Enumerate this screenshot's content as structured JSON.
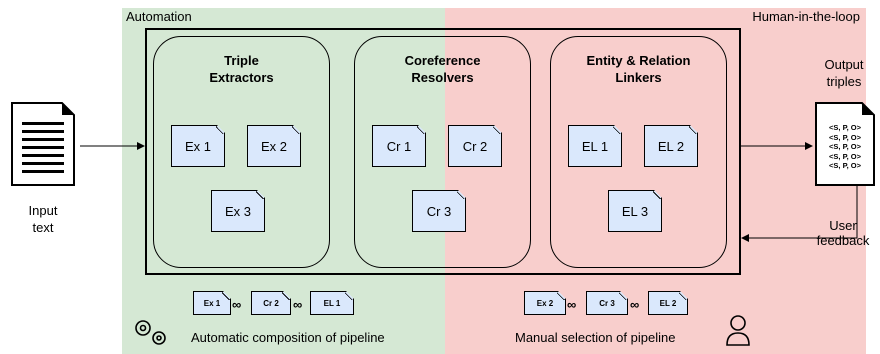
{
  "regions": {
    "automation": "Automation",
    "human": "Human-in-the-loop"
  },
  "input": {
    "label": "Input\ntext"
  },
  "output": {
    "label": "Output\ntriples",
    "triples": [
      "<S, P, O>",
      "<S, P, O>",
      "<S, P, O>",
      "<S, P, O>",
      "<S, P, O>"
    ]
  },
  "feedback": {
    "label": "User\nfeedback"
  },
  "stages": [
    {
      "title": "Triple\nExtractors",
      "components": [
        "Ex 1",
        "Ex 2",
        "Ex 3"
      ]
    },
    {
      "title": "Coreference\nResolvers",
      "components": [
        "Cr 1",
        "Cr 2",
        "Cr 3"
      ]
    },
    {
      "title": "Entity & Relation\nLinkers",
      "components": [
        "EL 1",
        "EL 2",
        "EL 3"
      ]
    }
  ],
  "pipelines": {
    "automatic": {
      "chain": [
        "Ex 1",
        "Cr 2",
        "EL 1"
      ],
      "caption": "Automatic composition of pipeline"
    },
    "manual": {
      "chain": [
        "Ex 2",
        "Cr 3",
        "EL 2"
      ],
      "caption": "Manual selection of pipeline"
    }
  },
  "icons": {
    "automatic": "gears-icon",
    "manual": "user-icon"
  },
  "colors": {
    "automation_bg": "#d5e8d4",
    "human_bg": "#f8cecc",
    "component_fill": "#dae8fc"
  }
}
